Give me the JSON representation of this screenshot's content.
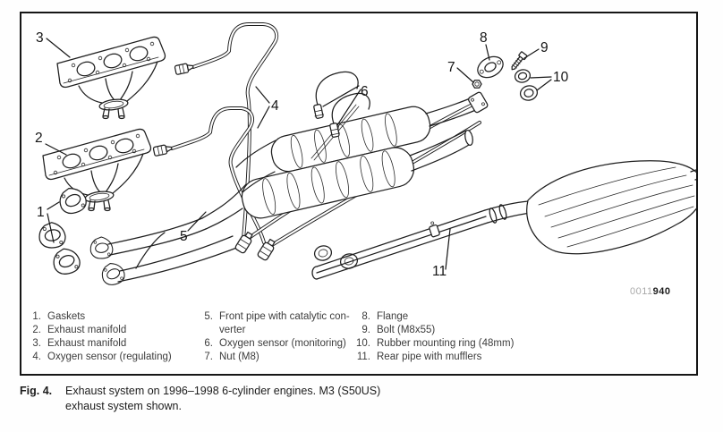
{
  "figure": {
    "watermark": {
      "gray": "0011",
      "bold": "940"
    },
    "callouts": [
      {
        "n": "1"
      },
      {
        "n": "2"
      },
      {
        "n": "3"
      },
      {
        "n": "4"
      },
      {
        "n": "5"
      },
      {
        "n": "6"
      },
      {
        "n": "7"
      },
      {
        "n": "8"
      },
      {
        "n": "9"
      },
      {
        "n": "10"
      },
      {
        "n": "11"
      }
    ],
    "legend": {
      "col1": [
        {
          "num": "1.",
          "label": "Gaskets"
        },
        {
          "num": "2.",
          "label": "Exhaust manifold"
        },
        {
          "num": "3.",
          "label": "Exhaust manifold"
        },
        {
          "num": "4.",
          "label": "Oxygen sensor (regulating)"
        }
      ],
      "col2": [
        {
          "num": "5.",
          "label": "Front pipe with catalytic con-\nverter"
        },
        {
          "num": "6.",
          "label": "Oxygen sensor (monitoring)"
        },
        {
          "num": "7.",
          "label": "Nut (M8)"
        }
      ],
      "col3": [
        {
          "num": "8.",
          "label": "Flange"
        },
        {
          "num": "9.",
          "label": "Bolt (M8x55)"
        },
        {
          "num": "10.",
          "label": "Rubber mounting ring (48mm)"
        },
        {
          "num": "11.",
          "label": "Rear pipe with mufflers"
        }
      ]
    }
  },
  "caption": {
    "fig_label": "Fig. 4.",
    "text": "Exhaust system on 1996–1998 6-cylinder engines. M3 (S50US)\nexhaust system shown."
  }
}
